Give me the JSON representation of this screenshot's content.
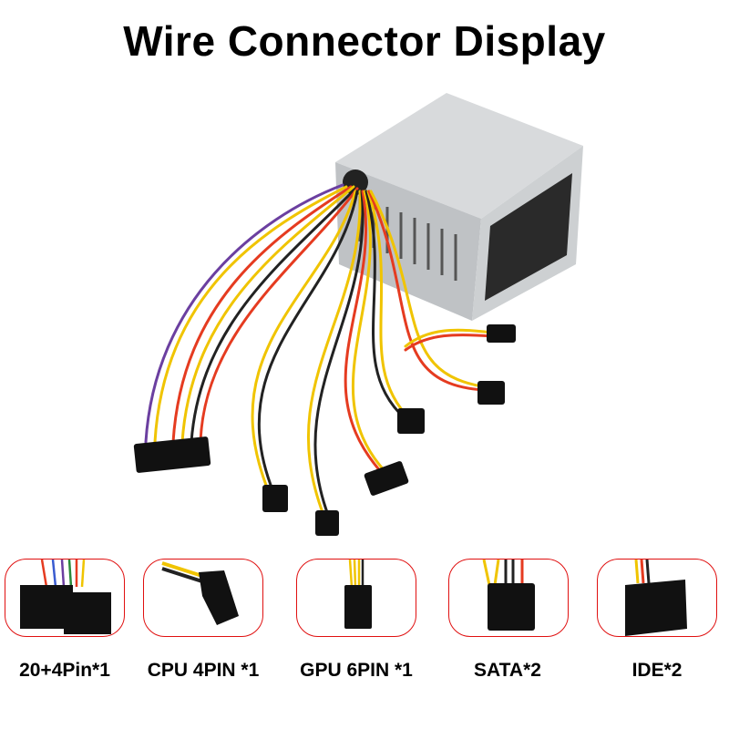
{
  "title": "Wire Connector Display",
  "connectors": [
    {
      "label": "20+4Pin*1",
      "icon": "atx-24pin-connector"
    },
    {
      "label": "CPU 4PIN *1",
      "icon": "cpu-4pin-connector"
    },
    {
      "label": "GPU 6PIN *1",
      "icon": "gpu-6pin-connector"
    },
    {
      "label": "SATA*2",
      "icon": "molex-connector"
    },
    {
      "label": "IDE*2",
      "icon": "sata-connector"
    }
  ],
  "colors": {
    "frame": "#e01010",
    "psu": "#c9ccce",
    "connector": "#111111"
  }
}
